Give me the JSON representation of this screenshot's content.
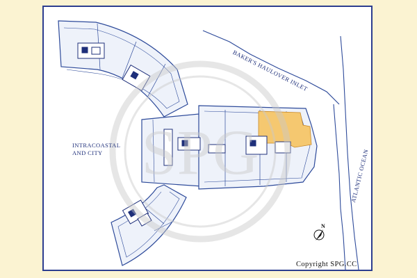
{
  "labels": {
    "intracoastal_line1": "INTRACOASTAL",
    "intracoastal_line2": "AND CITY",
    "inlet": "BAKER'S HAULOVER INLET",
    "ocean": "ATLANTIC OCEAN",
    "copyright": "Copyright SPG.CC",
    "north": "N"
  },
  "watermark": {
    "text": "SPG"
  },
  "colors": {
    "background": "#fbf3d2",
    "frame_border": "#2c3d8f",
    "line": "#2d4a9a",
    "plan_fill": "#eef2fa",
    "highlight_unit": "#f5c870",
    "watermark": "#c9c9c9"
  },
  "icons": {
    "compass": "north-arrow-icon"
  }
}
